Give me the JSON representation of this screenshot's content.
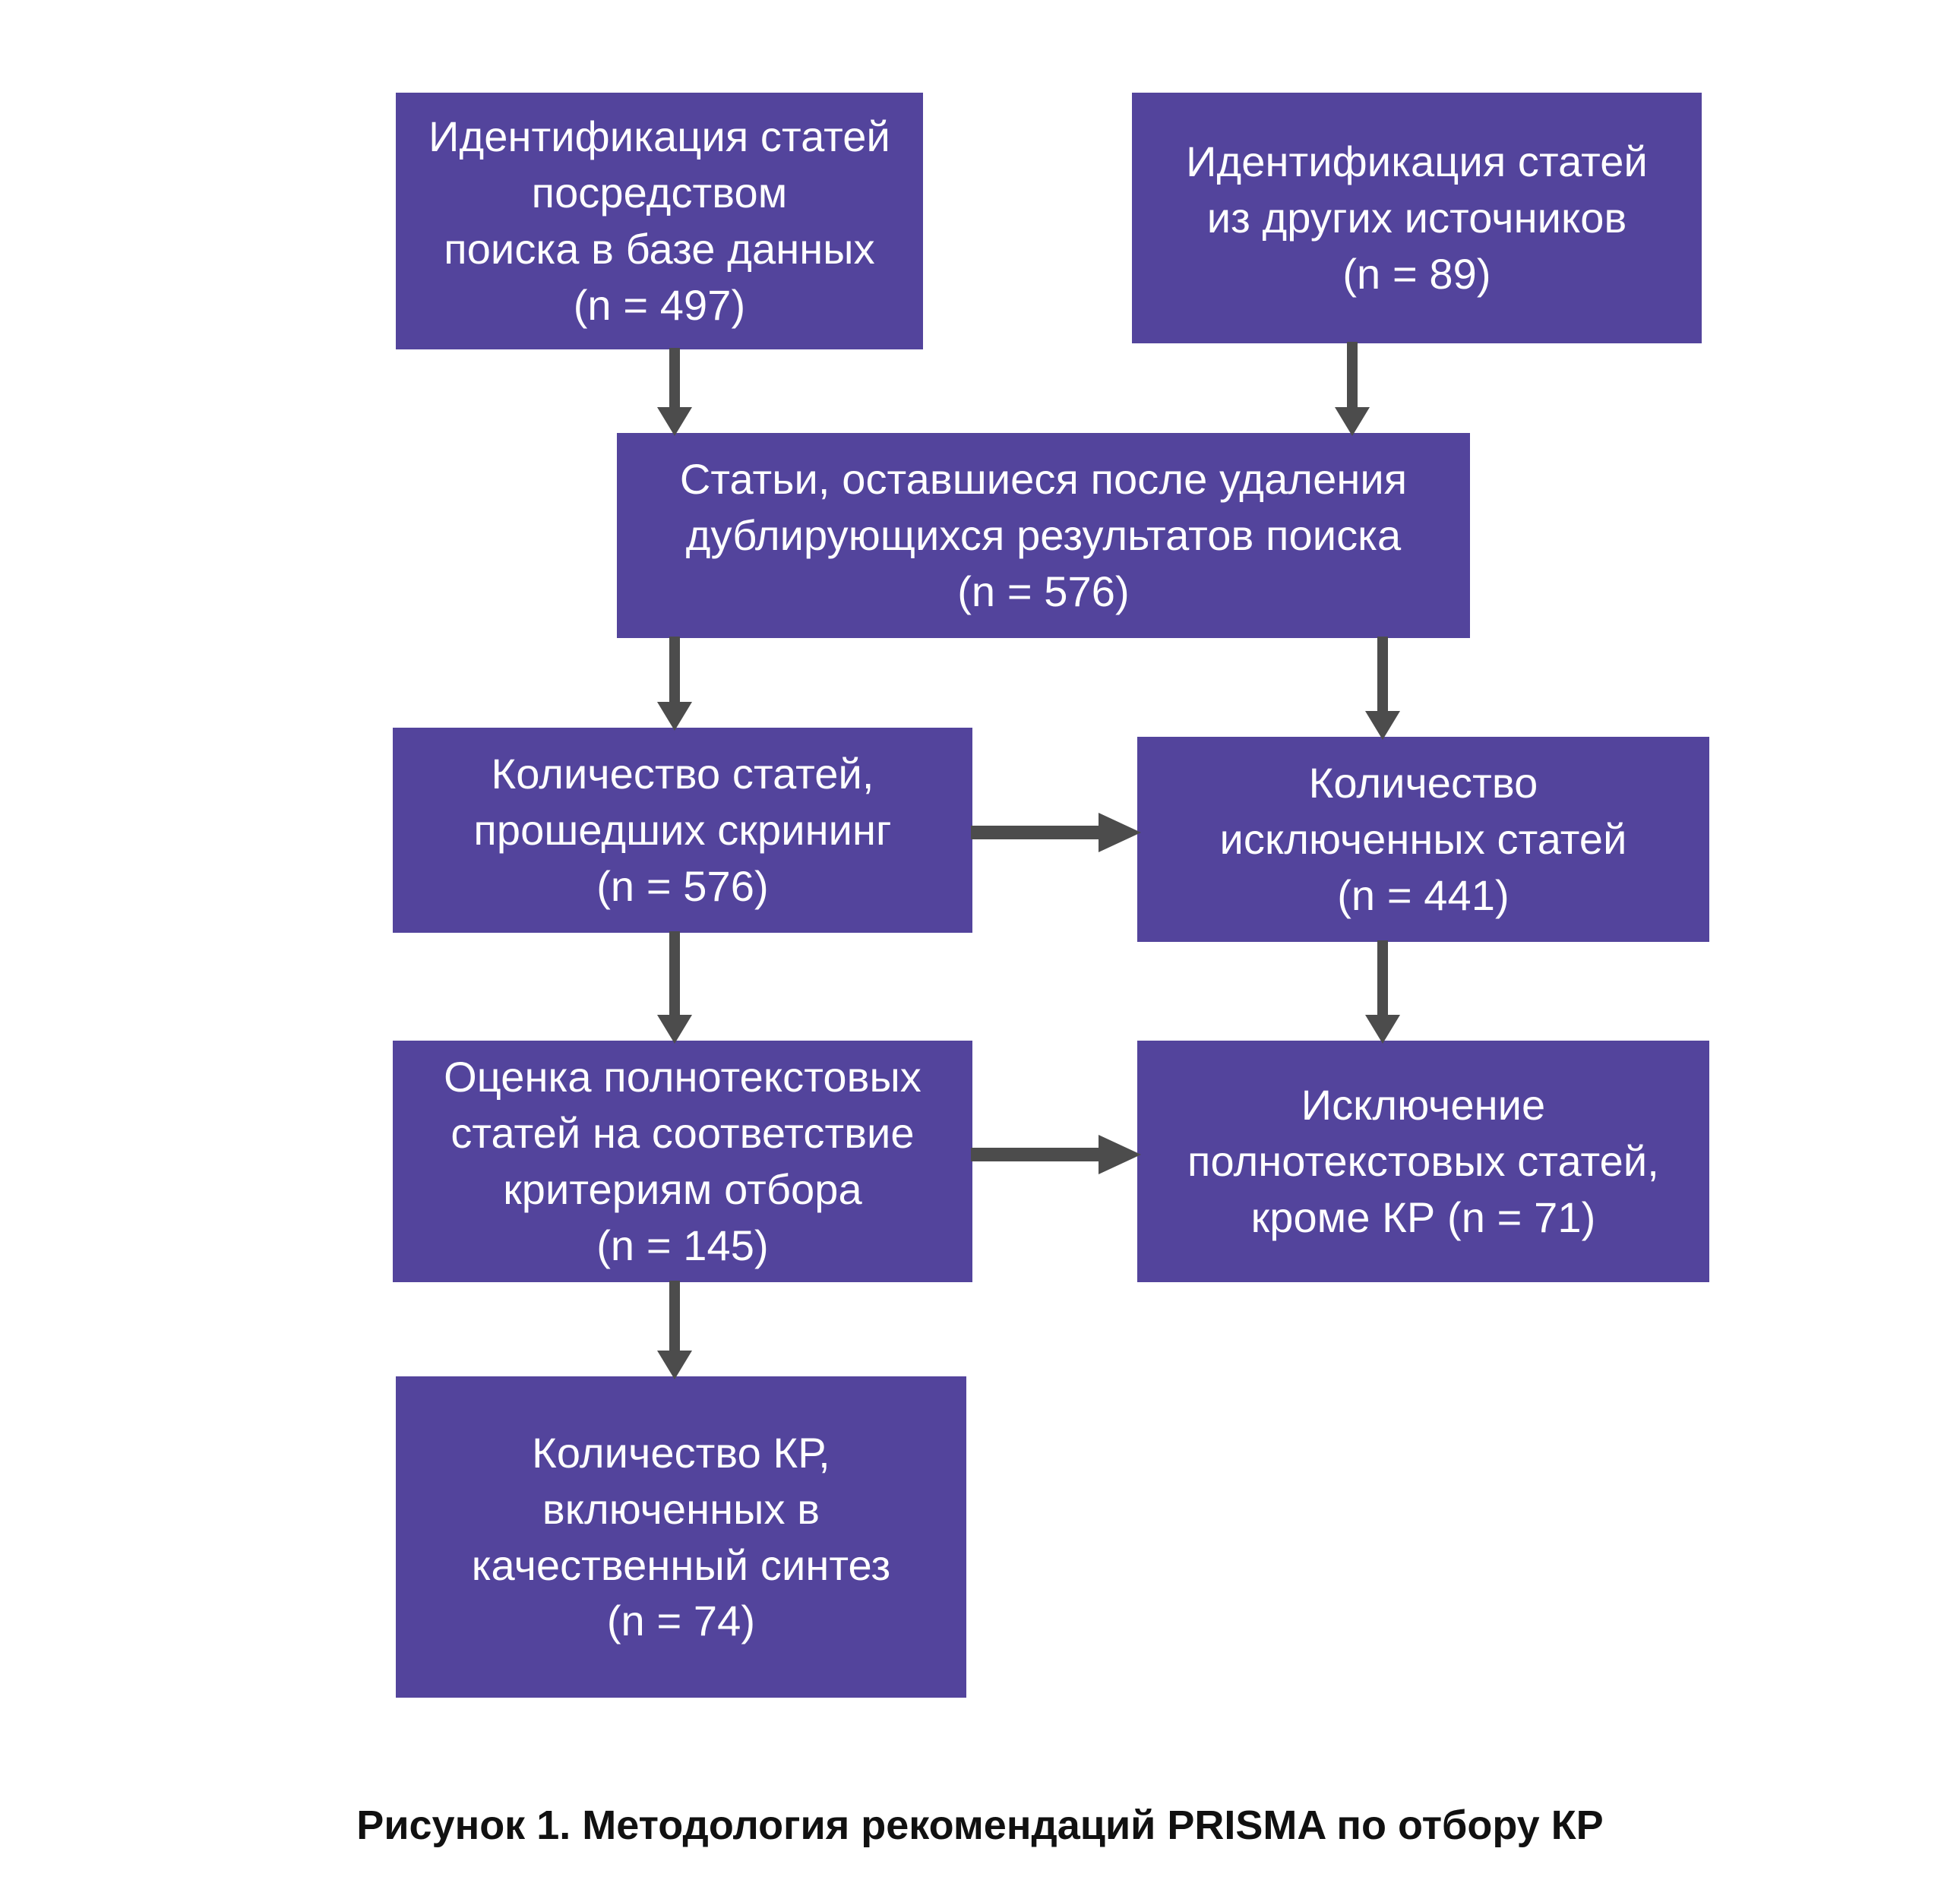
{
  "figure": {
    "caption": "Рисунок 1. Методология рекомендаций PRISMA по отбору КР",
    "background_color": "#ffffff",
    "box_color": "#53449C",
    "box_text_color": "#ffffff",
    "arrow_color": "#4c4c4c"
  },
  "nodes": {
    "identification_database": {
      "text": "Идентификация статей\nпосредством\nпоиска в базе данных\n(n = 497)",
      "count_label": "n = 497",
      "count": 497
    },
    "identification_other": {
      "text": "Идентификация статей\nиз других источников\n(n = 89)",
      "count_label": "n = 89",
      "count": 89
    },
    "duplicates_removed": {
      "text": "Статьи, оставшиеся после удаления\nдублирующихся результатов поиска\n(n = 576)",
      "count_label": "n = 576",
      "count": 576
    },
    "screened": {
      "text": "Количество статей,\nпрошедших скрининг\n(n = 576)",
      "count_label": "n = 576",
      "count": 576
    },
    "excluded": {
      "text": "Количество\nисключенных статей\n(n = 441)",
      "count_label": "n = 441",
      "count": 441
    },
    "eligibility": {
      "text": "Оценка полнотекстовых\nстатей на соответствие\nкритериям отбора\n(n = 145)",
      "count_label": "n = 145",
      "count": 145
    },
    "fulltext_excluded": {
      "text": "Исключение\nполнотекстовых статей,\nкроме КР (n = 71)",
      "count_label": "n = 71",
      "count": 71
    },
    "included": {
      "text": "Количество КР,\nвключенных в\nкачественный синтез\n(n = 74)",
      "count_label": "n = 74",
      "count": 74
    }
  },
  "edges": [
    {
      "from": "identification_database",
      "to": "duplicates_removed",
      "direction": "down"
    },
    {
      "from": "identification_other",
      "to": "duplicates_removed",
      "direction": "down"
    },
    {
      "from": "duplicates_removed",
      "to": "screened",
      "direction": "down"
    },
    {
      "from": "duplicates_removed",
      "to": "excluded",
      "direction": "down"
    },
    {
      "from": "screened",
      "to": "excluded",
      "direction": "right"
    },
    {
      "from": "screened",
      "to": "eligibility",
      "direction": "down"
    },
    {
      "from": "excluded",
      "to": "fulltext_excluded",
      "direction": "down"
    },
    {
      "from": "eligibility",
      "to": "fulltext_excluded",
      "direction": "right"
    },
    {
      "from": "eligibility",
      "to": "included",
      "direction": "down"
    }
  ]
}
